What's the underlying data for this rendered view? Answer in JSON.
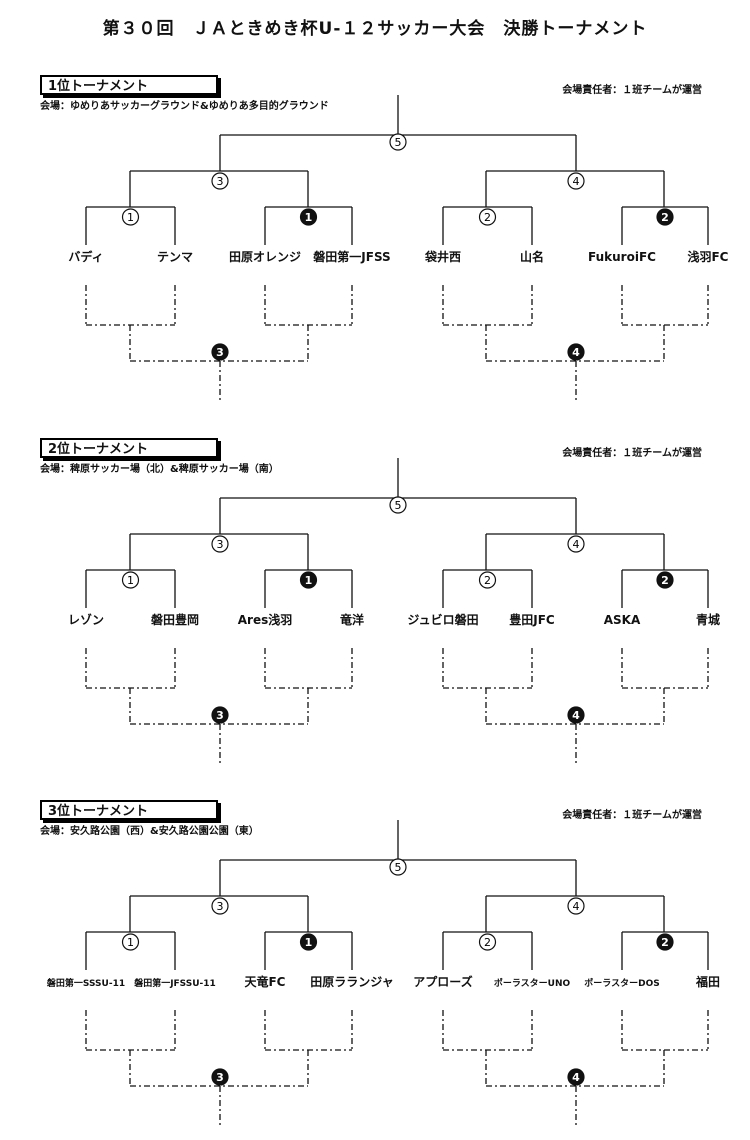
{
  "title": "第３０回　ＪＡときめき杯U-１２サッカー大会　決勝トーナメント",
  "sections": [
    {
      "heading": "1位トーナメント",
      "venue": "会場：ゆめりあサッカーグラウンド&ゆめりあ多目的グラウンド",
      "manager": "会場責任者：１班チームが運営",
      "final": "5",
      "semis": [
        "3",
        "4"
      ],
      "matches": [
        "1",
        "1",
        "2",
        "2"
      ],
      "placement": [
        "3",
        "4"
      ],
      "teams": [
        "バディ",
        "テンマ",
        "田原オレンジ",
        "磐田第一JFSS",
        "袋井西",
        "山名",
        "FukuroiFC",
        "浅羽FC"
      ]
    },
    {
      "heading": "2位トーナメント",
      "venue": "会場：稗原サッカー場（北）&稗原サッカー場（南）",
      "manager": "会場責任者：１班チームが運営",
      "final": "5",
      "semis": [
        "3",
        "4"
      ],
      "matches": [
        "1",
        "1",
        "2",
        "2"
      ],
      "placement": [
        "3",
        "4"
      ],
      "teams": [
        "レゾン",
        "磐田豊岡",
        "Ares浅羽",
        "竜洋",
        "ジュビロ磐田",
        "豊田JFC",
        "ASKA",
        "青城"
      ]
    },
    {
      "heading": "3位トーナメント",
      "venue": "会場：安久路公園（西）&安久路公園公園（東）",
      "manager": "会場責任者：１班チームが運営",
      "final": "5",
      "semis": [
        "3",
        "4"
      ],
      "matches": [
        "1",
        "1",
        "2",
        "2"
      ],
      "placement": [
        "3",
        "4"
      ],
      "teams": [
        "磐田第一SSSU-11",
        "磐田第一JFSSU-11",
        "天竜FC",
        "田原ラランジャ",
        "アプローズ",
        "ポーラスターUNO",
        "ポーラスターDOS",
        "福田"
      ]
    }
  ]
}
